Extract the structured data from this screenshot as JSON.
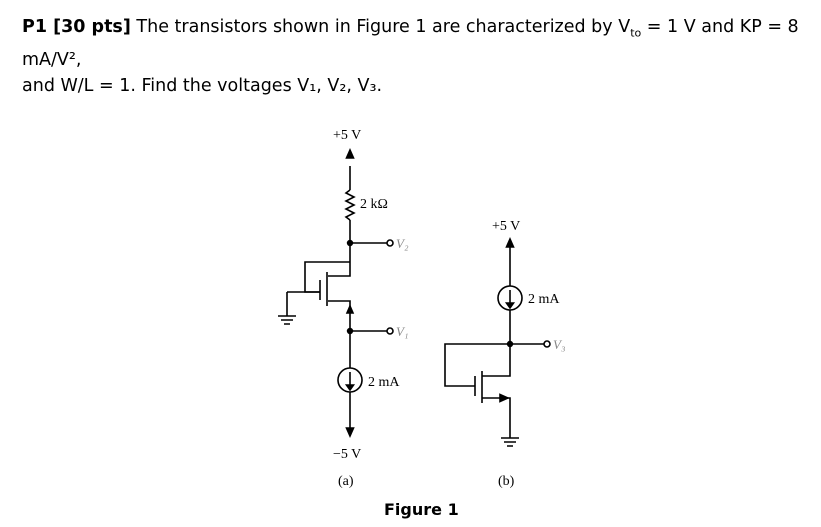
{
  "problem": {
    "label": "P1 [30 pts]",
    "text_line1": " The transistors shown in Figure 1 are characterized by V",
    "vto_sub": "to",
    "text_line1_end": " = 1 V and KP = 8 mA/V², ",
    "text_line2": "and W/L = 1. Find the voltages V₁, V₂, V₃."
  },
  "circuit_a": {
    "supply_top": "+5 V",
    "resistor": "2 kΩ",
    "node_v2": "V₂",
    "node_v1": "V₁",
    "current_source": "2 mA",
    "supply_bottom": "−5 V",
    "label": "(a)"
  },
  "circuit_b": {
    "supply_top": "+5 V",
    "current_source": "2 mA",
    "node_v3": "V₃",
    "label": "(b)"
  },
  "figure_caption": "Figure 1"
}
